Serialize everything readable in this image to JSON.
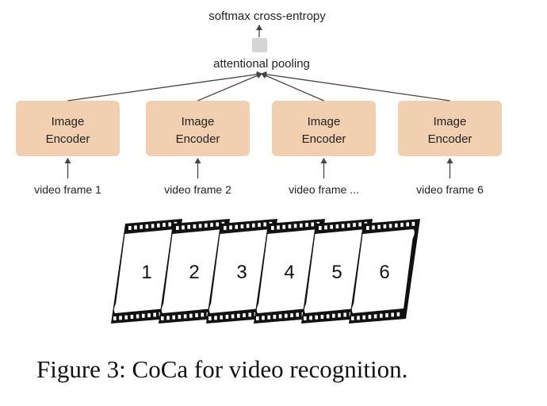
{
  "top_label": "softmax cross-entropy",
  "pooling_label": "attentional pooling",
  "encoders": [
    {
      "line1": "Image",
      "line2": "Encoder",
      "input": "video frame 1"
    },
    {
      "line1": "Image",
      "line2": "Encoder",
      "input": "video frame 2"
    },
    {
      "line1": "Image",
      "line2": "Encoder",
      "input": "video frame ..."
    },
    {
      "line1": "Image",
      "line2": "Encoder",
      "input": "video frame 6"
    }
  ],
  "film_frames": [
    "1",
    "2",
    "3",
    "4",
    "5",
    "6"
  ],
  "caption": "Figure 3: CoCa for video recognition.",
  "colors": {
    "encoder_fill": "#f3cfb1",
    "pool_token": "#d4d4d4",
    "film": "#111111"
  }
}
